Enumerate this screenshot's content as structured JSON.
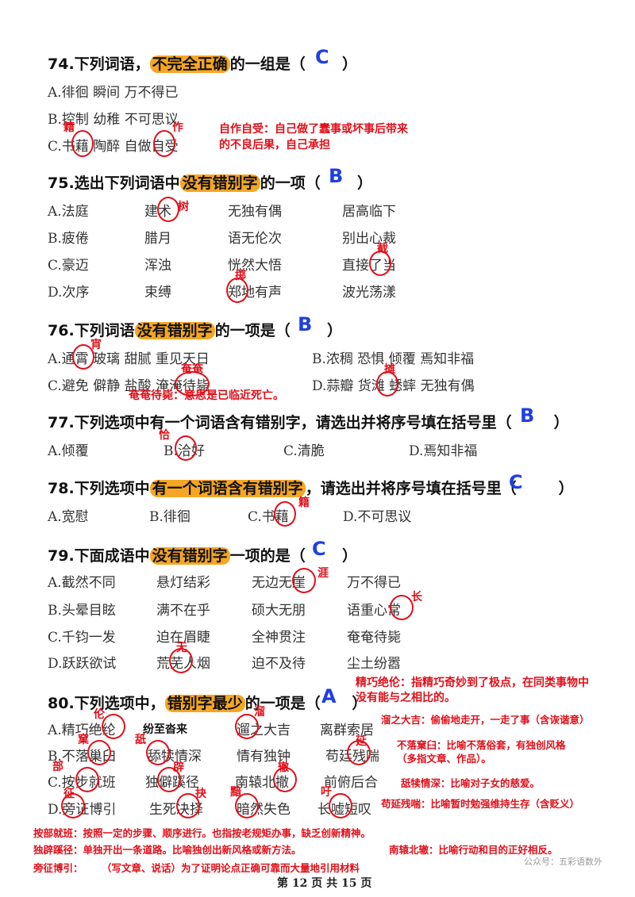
{
  "q74": {
    "pre": "74.下列词语，",
    "hl": "不完全正确",
    "post": "的一组是（",
    "close": "）",
    "answer": "C",
    "opts": [
      "A.徘徊  瞬间  万不得已",
      "B.控制  幼稚  不可思议",
      "C.书藉  陶醉  自做自受"
    ],
    "fix1": "籍",
    "fix2": "作",
    "note1": "自作自受：自己做了蠢事或坏事后带来",
    "note2": "的不良后果，自己承担"
  },
  "q75": {
    "pre": "75.选出下列词语中",
    "hl": "没有错别字",
    "post": "的一项（",
    "close": "）",
    "answer": "B",
    "rows": [
      [
        "A.法庭",
        "建术",
        "无独有偶",
        "居高临下"
      ],
      [
        "B.疲倦",
        "腊月",
        "语无伦次",
        "别出心裁"
      ],
      [
        "C.豪迈",
        "浑浊",
        "恍然大悟",
        "直接了当"
      ],
      [
        "D.次序",
        "束缚",
        "郑地有声",
        "波光荡漾"
      ]
    ],
    "fixA": "树",
    "fixC": "截",
    "fixD": "掷"
  },
  "q76": {
    "pre": "76.下列词语",
    "hl": "没有错别字",
    "post": "的一项是（",
    "close": "）",
    "answer": "B",
    "rows": [
      [
        "A.通霄  玻璃  甜腻  重见天日",
        "B.浓稠  恐惧  倾覆  焉知非福"
      ],
      [
        "C.避免  僻静  盐酸  淹淹待毙",
        "D.蒜瓣  货滩  蟋蟀  无独有偶"
      ]
    ],
    "fixA": "宵",
    "fixC": "奄奄",
    "fixD": "摊",
    "note": "奄奄待毙：意思是已临近死亡。"
  },
  "q77": {
    "title": "77.下列选项中有一个词语含有错别字，请选出并将序号填在括号里（",
    "close": "）",
    "answer": "B",
    "opts": [
      "A.倾覆",
      "B.洽好",
      "C.清脆",
      "D.焉知非福"
    ],
    "fix": "恰"
  },
  "q78": {
    "pre": "78.下列选项中",
    "hl": "有一个词语含有错别字",
    "post": "，请选出并将序号填在括号里（",
    "close": "）",
    "answer": "C",
    "opts": [
      "A.宽慰",
      "B.徘徊",
      "C.书藉",
      "D.不可思议"
    ],
    "fix": "籍"
  },
  "q79": {
    "pre": "79.下面成语中",
    "hl": "没有错别字",
    "post": "一项的是（",
    "close": "）",
    "answer": "C",
    "rows": [
      [
        "A.截然不同",
        "悬灯结彩",
        "无边无崖",
        "万不得已"
      ],
      [
        "B.头晕目眩",
        "满不在乎",
        "硕大无朋",
        "语重心常"
      ],
      [
        "C.千钧一发",
        "迫在眉睫",
        "全神贯注",
        "奄奄待毙"
      ],
      [
        "D.跃跃欲试",
        "荒芜人烟",
        "迫不及待",
        "尘土纷嚣"
      ]
    ],
    "fixA": "涯",
    "fixB": "长",
    "fixD": "无"
  },
  "q80": {
    "pre": "80.下列选项中，",
    "hl": "错别字最少",
    "post": "的一项是（",
    "close": "）",
    "answer": "A",
    "rows": [
      [
        "A.精巧绝纶",
        "纷至沓来",
        "遛之大吉",
        "离群索居"
      ],
      [
        "B.不落巢臼",
        "舔犊情深",
        "情有独钟",
        "苟廷残喘"
      ],
      [
        "C.按步就班",
        "独僻蹊径",
        "南辕北撤",
        "前俯后合"
      ],
      [
        "D.旁证博引",
        "生死决择",
        "暗然失色",
        "长嘘短叹"
      ]
    ],
    "fix": [
      "伦",
      "溜",
      "窠",
      "舐",
      "延",
      "部",
      "辟",
      "辙",
      "征",
      "抉",
      "黯",
      "吁"
    ],
    "hand": "纷至沓来",
    "notes": {
      "n1a": "精巧绝伦：指精巧奇妙到了极点，在同类事物中",
      "n1b": "没有能与之相比的。",
      "n2": "溜之大吉：偷偷地走开，一走了事（含诙谐意）",
      "n3a": "不落窠臼：比喻不落俗套，有独创风格",
      "n3b": "（多指文章、作品）。",
      "n4": "舐犊情深：比喻对子女的慈爱。",
      "n5": "苟延残喘：比喻暂时勉强维持生存（含贬义）",
      "n6": "按部就班：按照一定的步骤、顺序进行。也指按老规矩办事，缺乏创新精神。",
      "n7": "独辟蹊径：单独开出一条道路。比喻独创出新风格或新方法。",
      "n8": "南辕北辙：比喻行动和目的正好相反。",
      "n9a": "旁征博引：",
      "n9b": "（写文章、说话）为了证明论点正确可靠而大量地引用材料"
    }
  },
  "footer": "第 12 页 共 15 页",
  "watermark": "公众号：五彩语数外"
}
